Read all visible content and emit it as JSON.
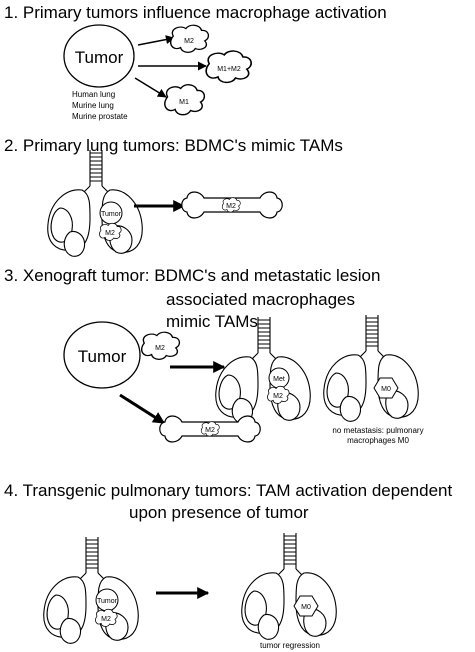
{
  "sections": [
    {
      "heading": "1.  Primary tumors influence macrophage activation",
      "tumor_label": "Tumor",
      "sources": [
        "Human lung",
        "Murine lung",
        "Murine prostate"
      ],
      "outcomes": [
        "M2",
        "M1+M2",
        "M1"
      ]
    },
    {
      "heading": "2. Primary lung tumors: BDMC's mimic TAMs",
      "lung_tumor_label": "Tumor",
      "lung_mac_label": "M2",
      "bone_label": "M2"
    },
    {
      "heading_lines": [
        "3. Xenograft tumor: BDMC's and metastatic lesion",
        "associated macrophages",
        "mimic TAMs"
      ],
      "tumor_label": "Tumor",
      "mac_label": "M2",
      "met_label": "Met",
      "lung_mac_label": "M2",
      "bone_label": "M2",
      "m0_label": "M0",
      "caption_lines": [
        "no metastasis: pulmonary",
        "macrophages M0"
      ]
    },
    {
      "heading_lines": [
        "4. Transgenic pulmonary tumors: TAM activation dependent",
        "upon presence of tumor"
      ],
      "lung_tumor_label": "Tumor",
      "lung_mac_label": "M2",
      "m0_label": "M0",
      "caption": "tumor regression"
    }
  ]
}
